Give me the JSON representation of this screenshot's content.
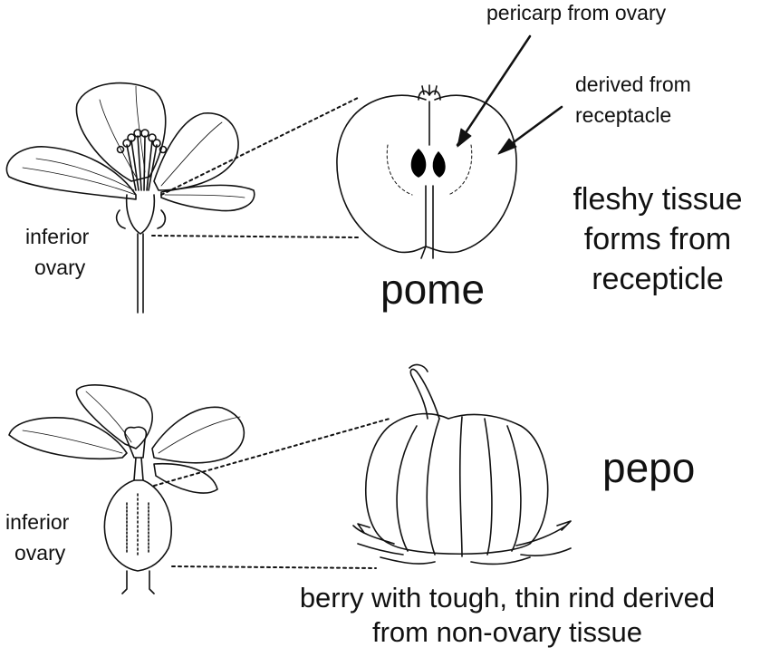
{
  "labels": {
    "pericarp": "pericarp from ovary",
    "receptacle_line1": "derived from",
    "receptacle_line2": "receptacle",
    "fleshy_line1": "fleshy tissue",
    "fleshy_line2": "forms from",
    "fleshy_line3": "recepticle",
    "inferior_top_line1": "inferior",
    "inferior_top_line2": "ovary",
    "pome": "pome",
    "pepo": "pepo",
    "inferior_bottom_line1": "inferior",
    "inferior_bottom_line2": "ovary",
    "berry_line1": "berry with tough, thin rind derived",
    "berry_line2": "from non-ovary tissue"
  },
  "colors": {
    "ink": "#111111",
    "seed": "#000000"
  }
}
